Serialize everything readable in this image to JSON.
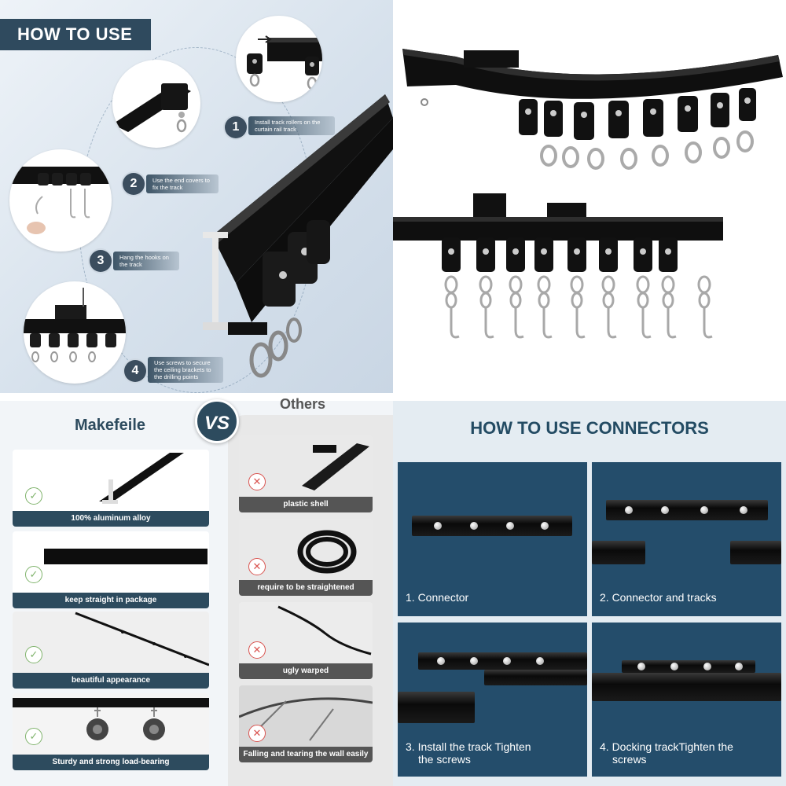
{
  "how_to_use": {
    "title": "HOW TO USE",
    "steps": [
      {
        "num": "1",
        "text": "Install track rollers on the curtain rail track"
      },
      {
        "num": "2",
        "text": "Use the end covers to fix the track"
      },
      {
        "num": "3",
        "text": "Hang the hooks on the track"
      },
      {
        "num": "4",
        "text": "Use screws to secure the ceiling brackets to the drilling points"
      }
    ]
  },
  "comparison": {
    "brand": "Makefeile",
    "vs": "VS",
    "others": "Others",
    "ours": [
      "100% aluminum alloy",
      "keep straight in package",
      "beautiful appearance",
      "Sturdy and strong load-bearing"
    ],
    "theirs": [
      "plastic shell",
      "require to be straightened",
      "ugly warped",
      "Falling and tearing the wall easily"
    ],
    "check_symbol": "✓",
    "cross_symbol": "✕"
  },
  "connectors": {
    "title": "HOW TO USE CONNECTORS",
    "panels": [
      {
        "line1": "1. Connector",
        "line2": ""
      },
      {
        "line1": "2. Connector and tracks",
        "line2": ""
      },
      {
        "line1": "3. Install the track Tighten",
        "line2": "the screws"
      },
      {
        "line1": "4. Docking trackTighten the",
        "line2": "screws"
      }
    ]
  },
  "colors": {
    "navy": "#2d4b5e",
    "panel_blue": "#244d6b",
    "check_green": "#7fb36b",
    "cross_red": "#d9534f"
  }
}
